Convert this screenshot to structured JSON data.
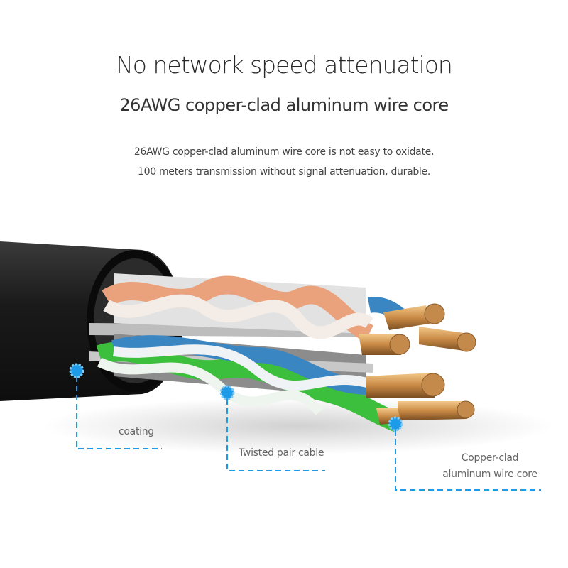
{
  "heading": {
    "title": "No network speed attenuation",
    "subtitle": "26AWG copper-clad aluminum wire core",
    "description": [
      "26AWG copper-clad aluminum wire core is not easy to oxidate,",
      "100 meters transmission without signal attenuation, durable."
    ]
  },
  "callouts": {
    "coating": "coating",
    "twisted_pair": "Twisted pair cable",
    "core_line1": "Copper-clad",
    "core_line2": "aluminum wire core"
  },
  "colors": {
    "callout": "#1e9be8",
    "jacket": "#1c1c1c",
    "copper": "#c98a45",
    "green": "#3cbf3c",
    "blue": "#3a86c2",
    "orange": "#e9a27c"
  }
}
